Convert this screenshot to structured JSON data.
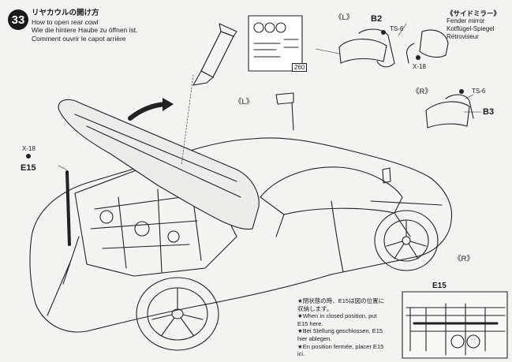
{
  "step": {
    "number": "33",
    "title_jp": "リヤカウルの開け方",
    "title_en": "How to open rear cowl",
    "title_de": "Wie die hintere Haube zu öffnen ist.",
    "title_fr": "Comment ouvrir le capot arrière"
  },
  "mirror_header": {
    "title_jp": "《サイドミラー》",
    "title_en": "Fender mirror",
    "title_de": "Kotflügel-Spiegel",
    "title_fr": "Rétroviseur"
  },
  "labels": {
    "left_top": "《L》",
    "right_top": "《R》",
    "left_mid": "《L》",
    "right_bottom": "《R》",
    "part_b2": "B2",
    "part_b3": "B3",
    "paint_ts6_a": "TS-6",
    "paint_ts6_b": "TS-6",
    "paint_x18_a": "X-18",
    "paint_x18_b": "X-18",
    "part_e15": "E15",
    "decal_number": "260",
    "inset_e15": "E15"
  },
  "note": {
    "jp1": "★閉状態の時、E15は図の位置に",
    "jp2": "収納します。",
    "en1": "★When in closed position, put",
    "en2": "E15 here.",
    "de1": "★Bei Stellung geschlossen, E15",
    "de2": "hier ablegen.",
    "fr1": "★En position fermée, placer E15",
    "fr2": "ici."
  }
}
